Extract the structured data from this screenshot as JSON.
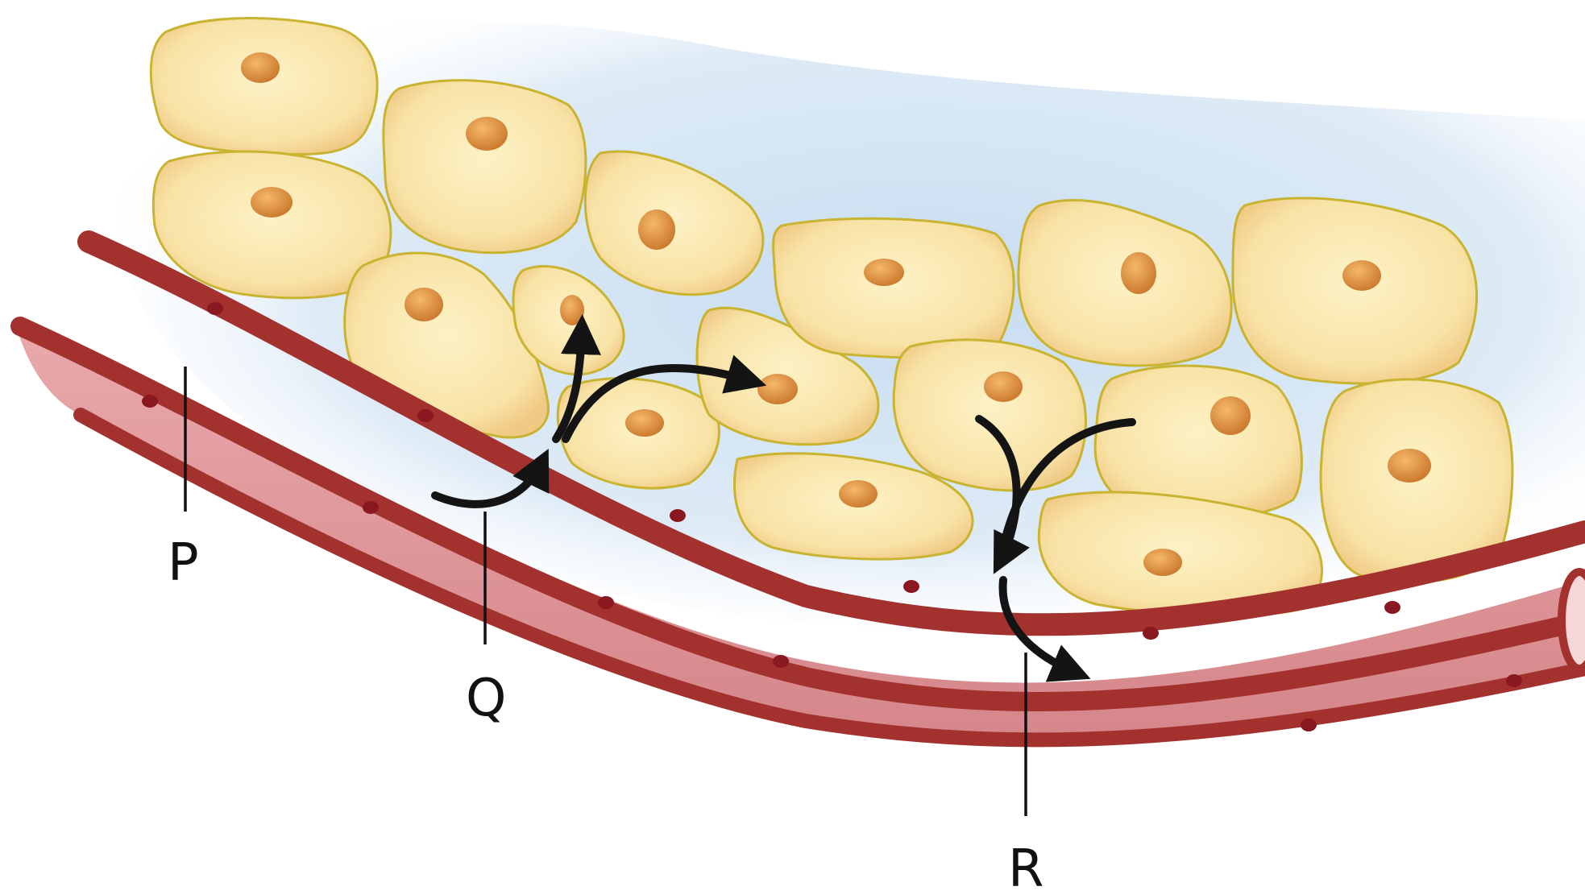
{
  "diagram": {
    "labels": {
      "p": "P",
      "q": "Q",
      "r": "R"
    }
  },
  "colors": {
    "background_glow": "#cfe3f4",
    "cell_fill": "#fbeab2",
    "cell_outline": "#c9b431",
    "cell_shading": "#e9b56a",
    "nucleus": "#e0913a",
    "vessel_wall": "#a3322f",
    "vessel_lumen": "#dd9698",
    "endothelial_nucleus": "#8a1820",
    "arrow": "#141414"
  }
}
